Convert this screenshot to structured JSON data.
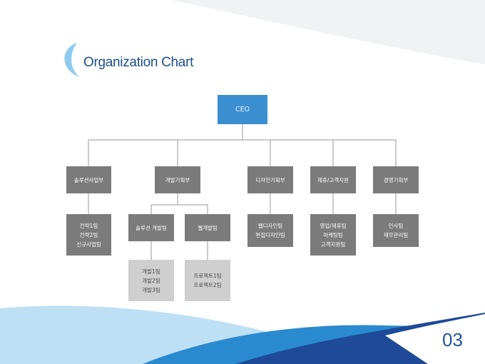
{
  "title": "Organization Chart",
  "page_number": "03",
  "colors": {
    "ceo": "#3b8fd0",
    "department": "#7b7b7b",
    "subteam": "#cfcfcf",
    "accent_dark": "#1f4e8c",
    "wave_light": "#bfe0f4",
    "wave_mid": "#2a8ad0",
    "wave_dark": "#1e4a98"
  },
  "ceo": {
    "label": "CEO"
  },
  "departments": [
    {
      "label": "솔루션사업부",
      "teams": [
        "전략1팀",
        "전략2팀",
        "신규사업팀"
      ]
    },
    {
      "label": "개발기획부",
      "teams": []
    },
    {
      "label": "디자인기획부",
      "teams": [
        "웹디자인팀",
        "편집디자인팀"
      ]
    },
    {
      "label": "제휴/고객지원",
      "teams": [
        "영업/제휴팀",
        "마케팅팀",
        "고객지원팀"
      ]
    },
    {
      "label": "경영기획부",
      "teams": [
        "인사팀",
        "재무관리팀"
      ]
    }
  ],
  "dev_groups": [
    {
      "label": "솔루션 개발팀",
      "teams": [
        "개발1팀",
        "개발2팀",
        "개발3팀"
      ]
    },
    {
      "label": "웹개발팀",
      "teams": [
        "프로젝트1팀",
        "프로젝트2팀"
      ]
    }
  ]
}
